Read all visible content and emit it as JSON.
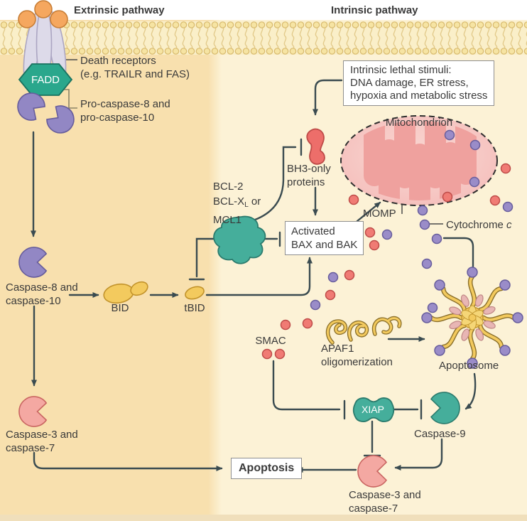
{
  "headers": {
    "extrinsic": "Extrinsic pathway",
    "intrinsic": "Intrinsic pathway"
  },
  "receptor": {
    "death_receptors_line1": "Death receptors",
    "death_receptors_line2": "(e.g. TRAILR and FAS)",
    "fadd": "FADD",
    "pro_caspase_line1": "Pro-caspase-8 and",
    "pro_caspase_line2": "pro-caspase-10"
  },
  "extrinsic": {
    "caspase8_line1": "Caspase-8 and",
    "caspase8_line2": "caspase-10",
    "bid": "BID",
    "tbid": "tBID",
    "caspase37_line1": "Caspase-3 and",
    "caspase37_line2": "caspase-7"
  },
  "intrinsic": {
    "stimuli_line1": "Intrinsic lethal stimuli:",
    "stimuli_line2": "DNA damage, ER stress,",
    "stimuli_line3": "hypoxia and metabolic stress",
    "bh3_line1": "BH3-only",
    "bh3_line2": "proteins",
    "bcl2_line1": "BCL-2",
    "bcl2_line2_main": "BCL-X",
    "bcl2_line2_sub": "L",
    "bcl2_line2_suffix": " or",
    "bcl2_line3": "MCL1",
    "activated_line1": "Activated",
    "activated_line2": "BAX and BAK",
    "mitochondrion": "Mitochondrion",
    "momp": "MOMP",
    "cytochrome_main": "Cytochrome ",
    "cytochrome_italic": "c",
    "smac": "SMAC",
    "apaf1_line1": "APAF1",
    "apaf1_line2": "oligomerization",
    "apoptosome": "Apoptosome",
    "xiap": "XIAP",
    "caspase9": "Caspase-9",
    "caspase37_line1": "Caspase-3 and",
    "caspase37_line2": "caspase-7"
  },
  "outcome": {
    "apoptosis": "Apoptosis"
  },
  "colors": {
    "panel_extrinsic": "#F8E0AE",
    "panel_intrinsic": "#FCF2D6",
    "membrane_band": "#FAEFC9",
    "lipid_head": "#F6E4A3",
    "arrow": "#3A4B50",
    "text": "#3A3A3A",
    "purple": "#9287C4",
    "teal": "#45AE9B",
    "fadd_green": "#2AA78C",
    "pink": "#F4A8A2",
    "red": "#F07B74",
    "yellow": "#F3CA5E",
    "orange_ligand": "#F5A75F",
    "stalk_grey": "#DDDAE9",
    "mito_fill": "#F5C1BE",
    "mito_cristae": "#EFA19E",
    "box_border": "#8F8F8F"
  }
}
